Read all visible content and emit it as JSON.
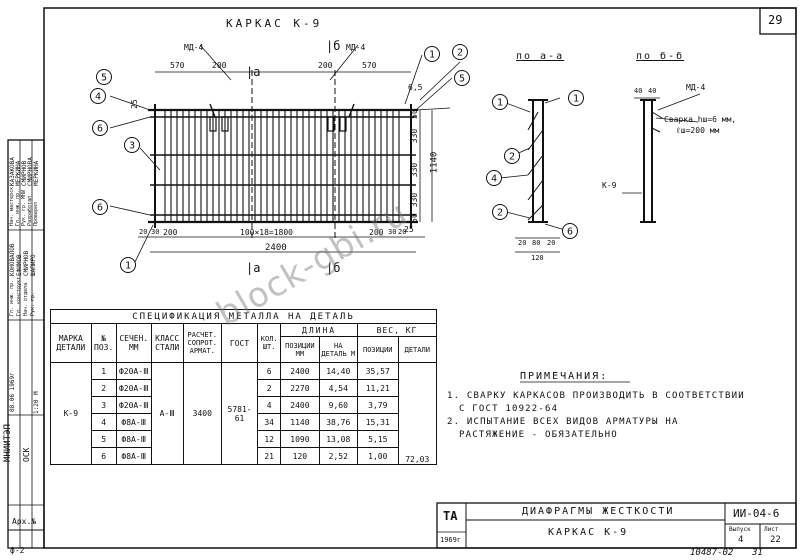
{
  "sheet_number": "29",
  "frame_title": "КАРКАС К-9",
  "section_a_title": "по а-а",
  "section_b_title": "по б-б",
  "cut_a": "|а",
  "cut_b": "|б",
  "marks": {
    "md4": "МД-4"
  },
  "dims_top": [
    "570",
    "200",
    "200",
    "570"
  ],
  "dims_bottom": [
    "20",
    "30",
    "200",
    "100×18=1800",
    "200",
    "30",
    "20"
  ],
  "dim_total": "2400",
  "dims_right": [
    "50",
    "330",
    "330",
    "330",
    "50"
  ],
  "dim_height": "1140",
  "dim_left_25": "25",
  "dim_right_25": "25",
  "dim_6_5": "6,5",
  "section_a_dims": [
    "20",
    "80",
    "20"
  ],
  "section_a_width": "120",
  "section_b_dims": [
    "40",
    "40"
  ],
  "weld_note_1": "Сварка hш=6 мм,",
  "weld_note_2": "ℓш=200 мм",
  "k9_label": "К-9",
  "callouts": [
    "1",
    "2",
    "3",
    "4",
    "5",
    "6"
  ],
  "spec": {
    "title": "СПЕЦИФИКАЦИЯ МЕТАЛЛА НА ДЕТАЛЬ",
    "headers": {
      "marka": "МАРКА ДЕТАЛИ",
      "pos": "№ ПОЗ.",
      "section": "СЕЧЕН. ММ",
      "klass": "КЛАСС СТАЛИ",
      "resist": "РАСЧЕТ. СОПРОТ. АРМАТ.",
      "gost": "ГОСТ",
      "qty": "КОЛ. ШТ.",
      "length": "ДЛИНА",
      "len_pos": "ПОЗИЦИИ ММ",
      "len_det": "НА ДЕТАЛЬ М",
      "weight": "ВЕС, КГ",
      "w_pos": "ПОЗИЦИИ",
      "w_det": "ДЕТАЛИ"
    },
    "marka": "К-9",
    "klass": "А-Ⅲ",
    "resist": "3400",
    "gost": "5781-61",
    "total_weight": "72,03",
    "rows": [
      {
        "pos": "1",
        "section": "Ф20А-Ⅲ",
        "qty": "6",
        "len_pos": "2400",
        "len_det": "14,40",
        "w_pos": "35,57"
      },
      {
        "pos": "2",
        "section": "Ф20А-Ⅲ",
        "qty": "2",
        "len_pos": "2270",
        "len_det": "4,54",
        "w_pos": "11,21"
      },
      {
        "pos": "3",
        "section": "Ф20А-Ⅲ",
        "qty": "4",
        "len_pos": "2400",
        "len_det": "9,60",
        "w_pos": "3,79"
      },
      {
        "pos": "4",
        "section": "Ф8А-Ⅲ",
        "qty": "34",
        "len_pos": "1140",
        "len_det": "38,76",
        "w_pos": "15,31"
      },
      {
        "pos": "5",
        "section": "Ф8А-Ⅲ",
        "qty": "12",
        "len_pos": "1090",
        "len_det": "13,08",
        "w_pos": "5,15"
      },
      {
        "pos": "6",
        "section": "Ф8А-Ⅲ",
        "qty": "21",
        "len_pos": "120",
        "len_det": "2,52",
        "w_pos": "1,00"
      }
    ]
  },
  "notes": {
    "title": "ПРИМЕЧАНИЯ:",
    "lines": [
      "1. СВАРКУ КАРКАСОВ ПРОИЗВОДИТЬ В СООТВЕТСТВИИ",
      "С ГОСТ 10922-64",
      "2. ИСПЫТАНИЕ ВСЕХ ВИДОВ АРМАТУРЫ НА",
      "РАСТЯЖЕНИЕ - ОБЯЗАТЕЛЬНО"
    ]
  },
  "title_block": {
    "ta": "ТА",
    "year": "1969г",
    "title": "ДИАФРАГМЫ ЖЕСТКОСТИ",
    "subtitle": "КАРКАС К-9",
    "code": "ИИ-04-6",
    "issue_label": "Выпуск",
    "sheet_label": "Лист",
    "issue": "4",
    "sheet": "22",
    "archive": "10487-02",
    "archive_num": "31"
  },
  "left_block": {
    "org": "МНИИТЭП",
    "dept": "ОСК",
    "arch": "Арх.№",
    "format": "ф-2",
    "date": "08.06 1969г",
    "scale_label": "М",
    "scale": "1:20",
    "roles": [
      "Нач. мастерск.",
      "Гл. инж. пр.",
      "Рук. гр. МНИ",
      "Разработал",
      "Проверил"
    ],
    "names": [
      "КАЗАКОВА",
      "МЕРКИНА",
      "СМИРНОВ",
      "СМИРНОВА",
      "МЕРКИНА"
    ],
    "roles2": [
      "Гл. инж. пр.",
      "Гл. конструкт.",
      "Нач. отдела",
      "Рук. гр."
    ],
    "names2": [
      "КОНОВАЛОВ",
      "ЕФИМОВ",
      "СМИРНОВ",
      "ШАПИРО"
    ]
  },
  "watermark": "block-gbi.ru"
}
